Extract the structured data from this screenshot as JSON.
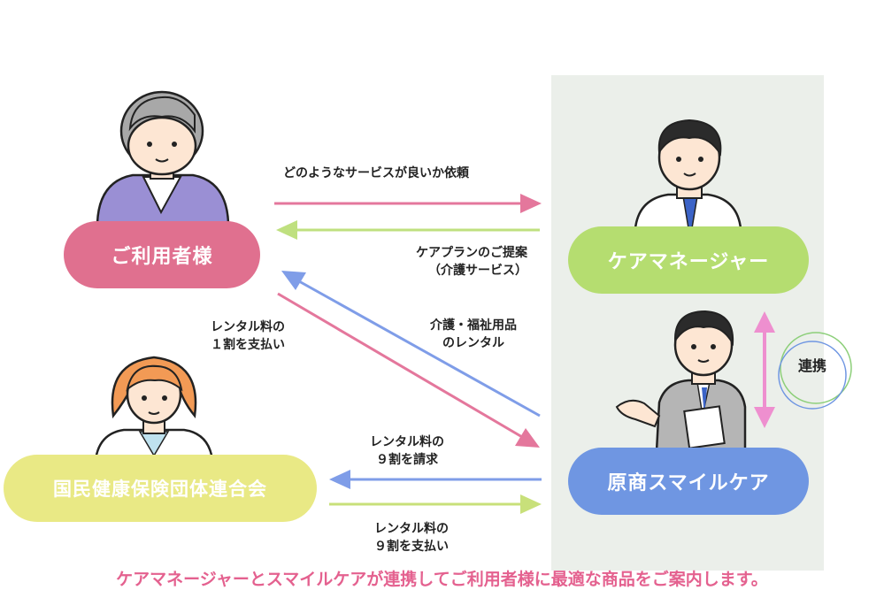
{
  "nodes": {
    "user": {
      "label": "ご利用者様",
      "color": "#e0708f"
    },
    "care_manager": {
      "label": "ケアマネージャー",
      "color": "#b5dd70"
    },
    "insurance": {
      "label": "国民健康保険団体連合会",
      "color": "#e9e985"
    },
    "company": {
      "label": "原商スマイルケア",
      "color": "#6f96e2"
    }
  },
  "edges": {
    "request": {
      "label": "どのようなサービスが良いか依頼",
      "color": "#e4779c"
    },
    "proposal": {
      "line1": "ケアプランのご提案",
      "line2": "（介護サービス）",
      "color": "#bfe07f"
    },
    "pay_user": {
      "line1": "レンタル料の",
      "line2": "１割を支払い",
      "color": "#e4779c"
    },
    "rental": {
      "line1": "介護・福祉用品",
      "line2": "のレンタル",
      "color": "#7f9de8"
    },
    "claim": {
      "line1": "レンタル料の",
      "line2": "９割を請求",
      "color": "#7f9de8"
    },
    "pay_ins": {
      "line1": "レンタル料の",
      "line2": "９割を支払い",
      "color": "#c8e07a"
    },
    "cooperation": {
      "label": "連携",
      "color": "#ee8fcf"
    }
  },
  "footer": {
    "text": "ケアマネージャーとスマイルケアが連携してご利用者様に最適な商品をご案内します。"
  }
}
